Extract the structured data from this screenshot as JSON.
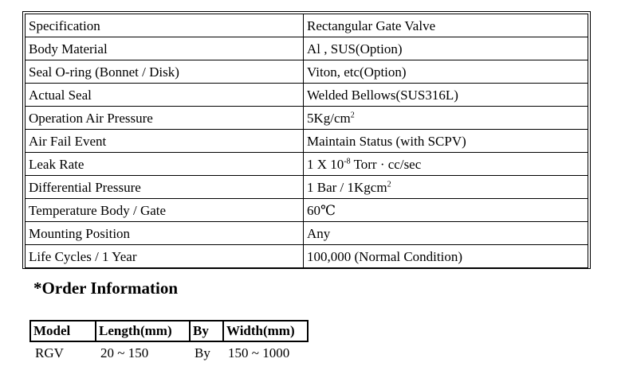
{
  "spec_table": {
    "rows": [
      {
        "label": "Specification",
        "value": "Rectangular Gate Valve"
      },
      {
        "label": "Body Material",
        "value": "Al , SUS(Option)"
      },
      {
        "label": "Seal O-ring (Bonnet / Disk)",
        "value": "Viton, etc(Option)"
      },
      {
        "label": "Actual Seal",
        "value": "Welded Bellows(SUS316L)"
      },
      {
        "label": "Operation Air Pressure",
        "value": "5Kg/cm",
        "value_sup": "2"
      },
      {
        "label": "Air Fail Event",
        "value": "Maintain Status (with SCPV)"
      },
      {
        "label": "Leak Rate",
        "value_pre": "1 X 10",
        "value_sup": "-8",
        "value": " Torr · cc/sec"
      },
      {
        "label": "Differential Pressure",
        "value": "1 Bar / 1Kgcm",
        "value_sup": "2"
      },
      {
        "label": "Temperature Body / Gate",
        "value": "60℃"
      },
      {
        "label": "Mounting Position",
        "value": "Any"
      },
      {
        "label": "Life Cycles / 1 Year",
        "value": "100,000 (Normal Condition)"
      }
    ]
  },
  "order_info": {
    "title": "*Order Information",
    "headers": [
      "Model",
      "Length(mm)",
      "By",
      "Width(mm)"
    ],
    "row": [
      "RGV",
      "20 ~ 150",
      "By",
      "150 ~ 1000"
    ]
  }
}
